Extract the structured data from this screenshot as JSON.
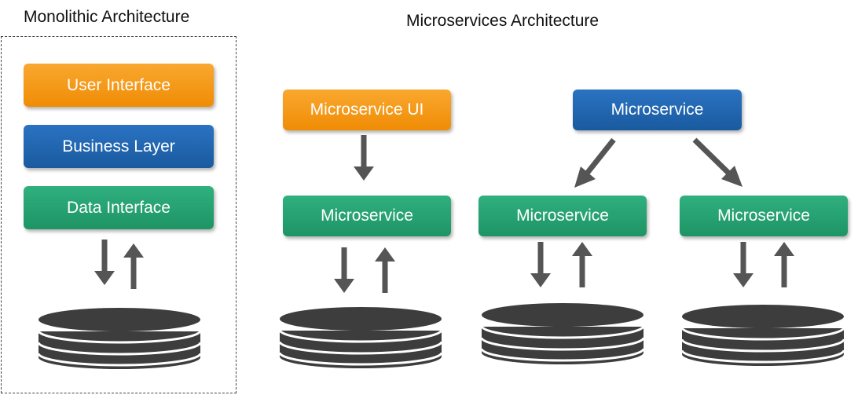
{
  "headings": {
    "monolithic": "Monolithic Architecture",
    "microservices": "Microservices Architecture"
  },
  "monolithic": {
    "layers": [
      "User Interface",
      "Business Layer",
      "Data Interface"
    ]
  },
  "microservices": {
    "ui_service": "Microservice  UI",
    "service_a": "Microservice",
    "top_service": "Microservice",
    "service_b": "Microservice",
    "service_c": "Microservice"
  },
  "colors": {
    "orange": "#f39a1c",
    "blue": "#2267b0",
    "green": "#27a373",
    "arrow": "#555555",
    "database": "#3d3d3d"
  },
  "icons": [
    "arrow-down-icon",
    "arrow-up-icon",
    "arrow-diagonal-icon",
    "database-icon"
  ]
}
